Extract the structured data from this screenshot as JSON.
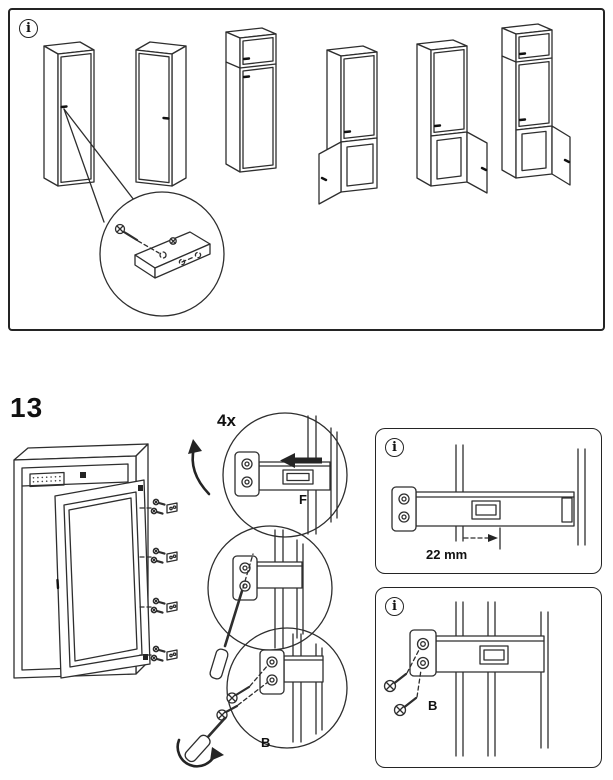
{
  "icons": {
    "info": "i"
  },
  "step": {
    "number": "13",
    "quantity": "4x"
  },
  "labels": {
    "part_f": "F",
    "part_b_circle": "B"
  },
  "callout_measure": {
    "measurement": "22 mm"
  },
  "callout_screws": {
    "part": "B"
  }
}
